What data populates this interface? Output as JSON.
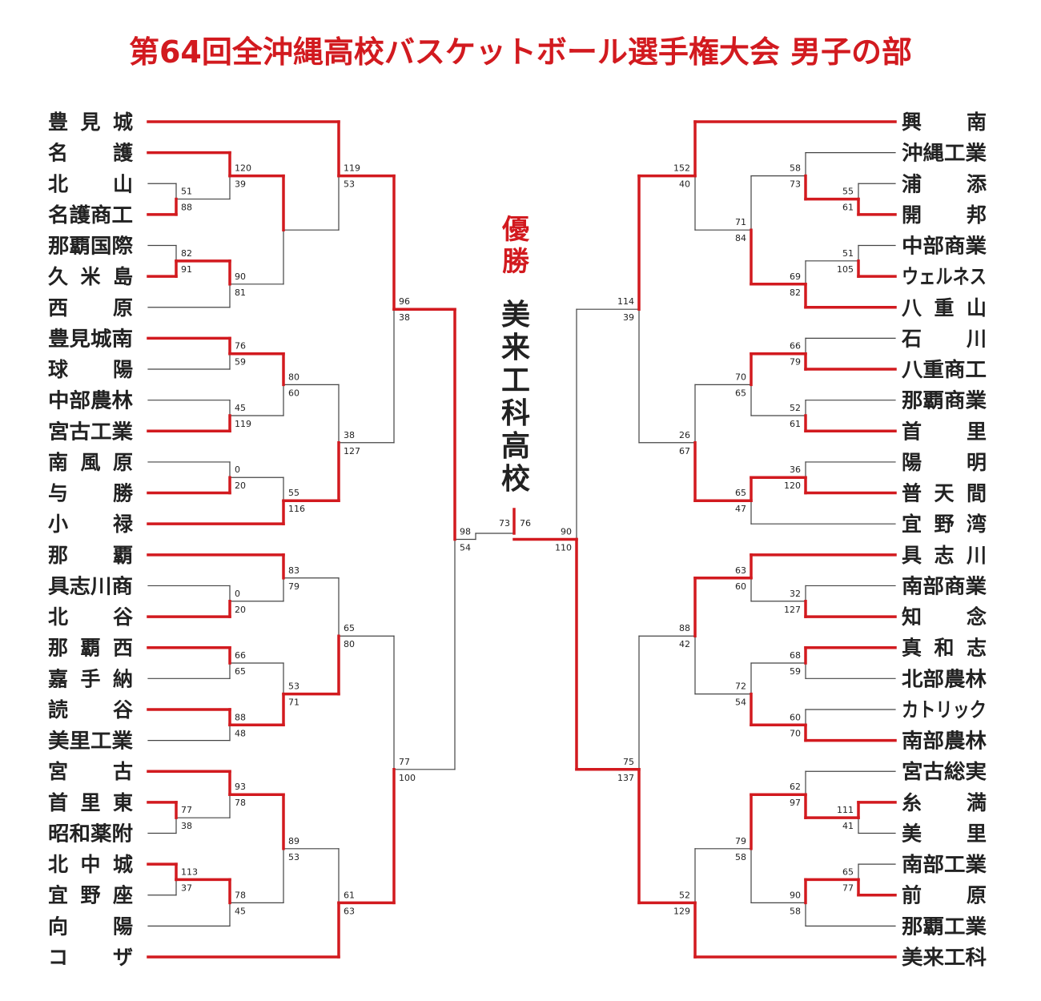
{
  "title": "第64回全沖縄高校バスケットボール選手権大会 男子の部",
  "champion_label": "優勝",
  "champion": "美来工科高校",
  "colors": {
    "accent": "#d21a1f",
    "line": "#444444",
    "text": "#222222"
  },
  "left_teams": [
    "豊見城",
    "名護",
    "北山",
    "名護商工",
    "那覇国際",
    "久米島",
    "西原",
    "豊見城南",
    "球陽",
    "中部農林",
    "宮古工業",
    "南風原",
    "与勝",
    "小禄",
    "那覇",
    "具志川商",
    "北谷",
    "那覇西",
    "嘉手納",
    "読谷",
    "美里工業",
    "宮古",
    "首里東",
    "昭和薬附",
    "北中城",
    "宜野座",
    "向陽",
    "コザ"
  ],
  "right_teams": [
    "興南",
    "沖縄工業",
    "浦添",
    "開邦",
    "中部商業",
    "ウェルネス",
    "八重山",
    "石川",
    "八重商工",
    "那覇商業",
    "首里",
    "陽明",
    "普天間",
    "宜野湾",
    "具志川",
    "南部商業",
    "知念",
    "真和志",
    "北部農林",
    "カトリック",
    "南部農林",
    "宮古総実",
    "糸満",
    "美里",
    "南部工業",
    "前原",
    "那覇工業",
    "美来工科"
  ],
  "matches": [
    {
      "id": "L1a",
      "top": [
        "L",
        2
      ],
      "bottom": [
        "L",
        3
      ],
      "scores": [
        "51",
        "88"
      ],
      "winner": "bottom"
    },
    {
      "id": "L1b",
      "top": [
        "L",
        4
      ],
      "bottom": [
        "L",
        5
      ],
      "scores": [
        "82",
        "91"
      ],
      "winner": "bottom"
    },
    {
      "id": "L1c",
      "top": [
        "L",
        22
      ],
      "bottom": [
        "L",
        23
      ],
      "scores": [
        "77",
        "38"
      ],
      "winner": "top"
    },
    {
      "id": "L1d",
      "top": [
        "L",
        24
      ],
      "bottom": [
        "L",
        25
      ],
      "scores": [
        "113",
        "37"
      ],
      "winner": "top"
    },
    {
      "id": "L2a",
      "top": [
        "L",
        1
      ],
      "bottom": [
        "M",
        "L1a"
      ],
      "scores": [
        "120",
        "39"
      ],
      "winner": "top"
    },
    {
      "id": "L2b",
      "top": [
        "M",
        "L1b"
      ],
      "bottom": [
        "L",
        6
      ],
      "scores": [
        "90",
        "81"
      ],
      "winner": "top"
    },
    {
      "id": "L2c",
      "top": [
        "L",
        7
      ],
      "bottom": [
        "L",
        8
      ],
      "scores": [
        "76",
        "59"
      ],
      "winner": "top"
    },
    {
      "id": "L2d",
      "top": [
        "L",
        9
      ],
      "bottom": [
        "L",
        10
      ],
      "scores": [
        "45",
        "119"
      ],
      "winner": "bottom"
    },
    {
      "id": "L2e",
      "top": [
        "L",
        11
      ],
      "bottom": [
        "L",
        12
      ],
      "scores": [
        "0",
        "20"
      ],
      "winner": "bottom"
    },
    {
      "id": "L2f",
      "top": [
        "L",
        15
      ],
      "bottom": [
        "L",
        16
      ],
      "scores": [
        "0",
        "20"
      ],
      "winner": "bottom"
    },
    {
      "id": "L2g",
      "top": [
        "L",
        17
      ],
      "bottom": [
        "L",
        18
      ],
      "scores": [
        "66",
        "65"
      ],
      "winner": "top"
    },
    {
      "id": "L2h",
      "top": [
        "L",
        19
      ],
      "bottom": [
        "L",
        20
      ],
      "scores": [
        "88",
        "48"
      ],
      "winner": "top"
    },
    {
      "id": "L2i",
      "top": [
        "L",
        21
      ],
      "bottom": [
        "M",
        "L1c"
      ],
      "scores": [
        "93",
        "78"
      ],
      "winner": "top"
    },
    {
      "id": "L2j",
      "top": [
        "M",
        "L1d"
      ],
      "bottom": [
        "L",
        26
      ],
      "scores": [
        "78",
        "45"
      ],
      "winner": "top"
    },
    {
      "id": "L3a",
      "top": [
        "M",
        "L2a"
      ],
      "bottom": [
        "M",
        "L2b"
      ],
      "scores": [
        "",
        ""
      ],
      "winner": "top"
    },
    {
      "id": "L3b",
      "top": [
        "M",
        "L2c"
      ],
      "bottom": [
        "M",
        "L2d"
      ],
      "scores": [
        "80",
        "60"
      ],
      "winner": "top"
    },
    {
      "id": "L3c",
      "top": [
        "M",
        "L2e"
      ],
      "bottom": [
        "L",
        13
      ],
      "scores": [
        "55",
        "116"
      ],
      "winner": "bottom"
    },
    {
      "id": "L3d",
      "top": [
        "L",
        14
      ],
      "bottom": [
        "M",
        "L2f"
      ],
      "scores": [
        "83",
        "79"
      ],
      "winner": "top"
    },
    {
      "id": "L3e",
      "top": [
        "M",
        "L2g"
      ],
      "bottom": [
        "M",
        "L2h"
      ],
      "scores": [
        "53",
        "71"
      ],
      "winner": "bottom"
    },
    {
      "id": "L3f",
      "top": [
        "M",
        "L2i"
      ],
      "bottom": [
        "M",
        "L2j"
      ],
      "scores": [
        "89",
        "53"
      ],
      "winner": "top"
    },
    {
      "id": "L4a",
      "top": [
        "L",
        0
      ],
      "bottom": [
        "M",
        "L3a"
      ],
      "scores": [
        "119",
        "53"
      ],
      "winner": "top"
    },
    {
      "id": "L4b",
      "top": [
        "M",
        "L3b"
      ],
      "bottom": [
        "M",
        "L3c"
      ],
      "scores": [
        "38",
        "127"
      ],
      "winner": "bottom"
    },
    {
      "id": "L4c",
      "top": [
        "M",
        "L3d"
      ],
      "bottom": [
        "M",
        "L3e"
      ],
      "scores": [
        "65",
        "80"
      ],
      "winner": "bottom"
    },
    {
      "id": "L4d",
      "top": [
        "M",
        "L3f"
      ],
      "bottom": [
        "L",
        27
      ],
      "scores": [
        "61",
        "63"
      ],
      "winner": "bottom"
    },
    {
      "id": "L5a",
      "top": [
        "M",
        "L4a"
      ],
      "bottom": [
        "M",
        "L4b"
      ],
      "scores": [
        "96",
        "38"
      ],
      "winner": "top"
    },
    {
      "id": "L5b",
      "top": [
        "M",
        "L4c"
      ],
      "bottom": [
        "M",
        "L4d"
      ],
      "scores": [
        "77",
        "100"
      ],
      "winner": "bottom"
    },
    {
      "id": "L6",
      "top": [
        "M",
        "L5a"
      ],
      "bottom": [
        "M",
        "L5b"
      ],
      "scores": [
        "98",
        "54"
      ],
      "winner": "top"
    },
    {
      "id": "R1a",
      "top": [
        "R",
        2
      ],
      "bottom": [
        "R",
        3
      ],
      "scores": [
        "55",
        "61"
      ],
      "winner": "bottom"
    },
    {
      "id": "R1b",
      "top": [
        "R",
        4
      ],
      "bottom": [
        "R",
        5
      ],
      "scores": [
        "51",
        "105"
      ],
      "winner": "bottom"
    },
    {
      "id": "R1c",
      "top": [
        "R",
        22
      ],
      "bottom": [
        "R",
        23
      ],
      "scores": [
        "111",
        "41"
      ],
      "winner": "top"
    },
    {
      "id": "R1d",
      "top": [
        "R",
        24
      ],
      "bottom": [
        "R",
        25
      ],
      "scores": [
        "65",
        "77"
      ],
      "winner": "bottom"
    },
    {
      "id": "R2a",
      "top": [
        "R",
        1
      ],
      "bottom": [
        "M",
        "R1a"
      ],
      "scores": [
        "58",
        "73"
      ],
      "winner": "bottom"
    },
    {
      "id": "R2b",
      "top": [
        "M",
        "R1b"
      ],
      "bottom": [
        "R",
        6
      ],
      "scores": [
        "69",
        "82"
      ],
      "winner": "bottom"
    },
    {
      "id": "R2c",
      "top": [
        "R",
        7
      ],
      "bottom": [
        "R",
        8
      ],
      "scores": [
        "66",
        "79"
      ],
      "winner": "bottom"
    },
    {
      "id": "R2d",
      "top": [
        "R",
        9
      ],
      "bottom": [
        "R",
        10
      ],
      "scores": [
        "52",
        "61"
      ],
      "winner": "bottom"
    },
    {
      "id": "R2e",
      "top": [
        "R",
        11
      ],
      "bottom": [
        "R",
        12
      ],
      "scores": [
        "36",
        "120"
      ],
      "winner": "bottom"
    },
    {
      "id": "R2f",
      "top": [
        "R",
        15
      ],
      "bottom": [
        "R",
        16
      ],
      "scores": [
        "32",
        "127"
      ],
      "winner": "bottom"
    },
    {
      "id": "R2g",
      "top": [
        "R",
        17
      ],
      "bottom": [
        "R",
        18
      ],
      "scores": [
        "68",
        "59"
      ],
      "winner": "top"
    },
    {
      "id": "R2h",
      "top": [
        "R",
        19
      ],
      "bottom": [
        "R",
        20
      ],
      "scores": [
        "60",
        "70"
      ],
      "winner": "bottom"
    },
    {
      "id": "R2i",
      "top": [
        "R",
        21
      ],
      "bottom": [
        "M",
        "R1c"
      ],
      "scores": [
        "62",
        "97"
      ],
      "winner": "bottom"
    },
    {
      "id": "R2j",
      "top": [
        "M",
        "R1d"
      ],
      "bottom": [
        "R",
        26
      ],
      "scores": [
        "90",
        "58"
      ],
      "winner": "top"
    },
    {
      "id": "R3a",
      "top": [
        "M",
        "R2a"
      ],
      "bottom": [
        "M",
        "R2b"
      ],
      "scores": [
        "71",
        "84"
      ],
      "winner": "bottom"
    },
    {
      "id": "R3b",
      "top": [
        "M",
        "R2c"
      ],
      "bottom": [
        "M",
        "R2d"
      ],
      "scores": [
        "70",
        "65"
      ],
      "winner": "top"
    },
    {
      "id": "R3c",
      "top": [
        "M",
        "R2e"
      ],
      "bottom": [
        "R",
        13
      ],
      "scores": [
        "65",
        "47"
      ],
      "winner": "top"
    },
    {
      "id": "R3d",
      "top": [
        "R",
        14
      ],
      "bottom": [
        "M",
        "R2f"
      ],
      "scores": [
        "63",
        "60"
      ],
      "winner": "top"
    },
    {
      "id": "R3e",
      "top": [
        "M",
        "R2g"
      ],
      "bottom": [
        "M",
        "R2h"
      ],
      "scores": [
        "72",
        "54"
      ],
      "winner": "bottom"
    },
    {
      "id": "R3f",
      "top": [
        "M",
        "R2i"
      ],
      "bottom": [
        "M",
        "R2j"
      ],
      "scores": [
        "79",
        "58"
      ],
      "winner": "top"
    },
    {
      "id": "R4a",
      "top": [
        "R",
        0
      ],
      "bottom": [
        "M",
        "R3a"
      ],
      "scores": [
        "152",
        "40"
      ],
      "winner": "top"
    },
    {
      "id": "R4b",
      "top": [
        "M",
        "R3b"
      ],
      "bottom": [
        "M",
        "R3c"
      ],
      "scores": [
        "26",
        "67"
      ],
      "winner": "bottom"
    },
    {
      "id": "R4c",
      "top": [
        "M",
        "R3d"
      ],
      "bottom": [
        "M",
        "R3e"
      ],
      "scores": [
        "88",
        "42"
      ],
      "winner": "top"
    },
    {
      "id": "R4d",
      "top": [
        "M",
        "R3f"
      ],
      "bottom": [
        "R",
        27
      ],
      "scores": [
        "52",
        "129"
      ],
      "winner": "bottom"
    },
    {
      "id": "R5a",
      "top": [
        "M",
        "R4a"
      ],
      "bottom": [
        "M",
        "R4b"
      ],
      "scores": [
        "114",
        "39"
      ],
      "winner": "top"
    },
    {
      "id": "R5b",
      "top": [
        "M",
        "R4c"
      ],
      "bottom": [
        "M",
        "R4d"
      ],
      "scores": [
        "75",
        "137"
      ],
      "winner": "bottom"
    },
    {
      "id": "R6",
      "top": [
        "M",
        "R5a"
      ],
      "bottom": [
        "M",
        "R5b"
      ],
      "scores": [
        "90",
        "110"
      ],
      "winner": "bottom"
    }
  ],
  "final": {
    "scores": [
      "73",
      "76"
    ],
    "winner": "right"
  }
}
